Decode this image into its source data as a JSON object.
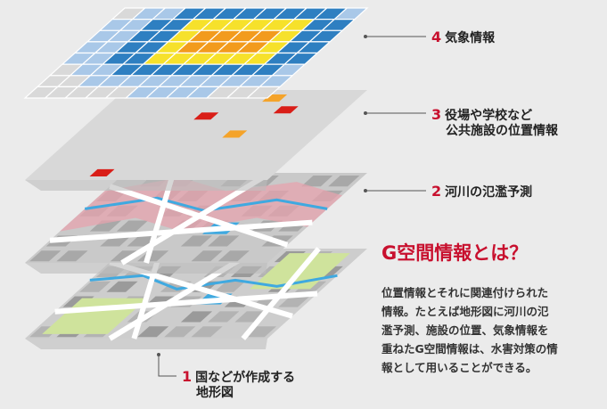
{
  "layers": [
    {
      "number": "4",
      "lines": [
        "気象情報"
      ]
    },
    {
      "number": "3",
      "lines": [
        "役場や学校など",
        "公共施設の位置情報"
      ]
    },
    {
      "number": "2",
      "lines": [
        "河川の氾濫予測"
      ]
    },
    {
      "number": "1",
      "lines": [
        "国などが作成する",
        "地形図"
      ]
    }
  ],
  "info": {
    "title": "G空間情報とは？",
    "body_lines": [
      "位置情報とそれに関連付けられた",
      "情報。たとえば地形図に河川の氾",
      "濫予測、施設の位置、気象情報を",
      "重ねたG空間情報は、水害対策の情",
      "報として用いることができる。"
    ]
  },
  "colors": {
    "accent": "#c8102e",
    "weather_low": "#a9c8e8",
    "weather_mid": "#2e7fc1",
    "weather_high": "#f6e12b",
    "weather_peak": "#f29b1d",
    "facility_red": "#d91e18",
    "facility_orange": "#f4a32a",
    "flood_zone": "#e6a3ad",
    "river": "#3fa9e0",
    "park": "#cfe39c"
  }
}
